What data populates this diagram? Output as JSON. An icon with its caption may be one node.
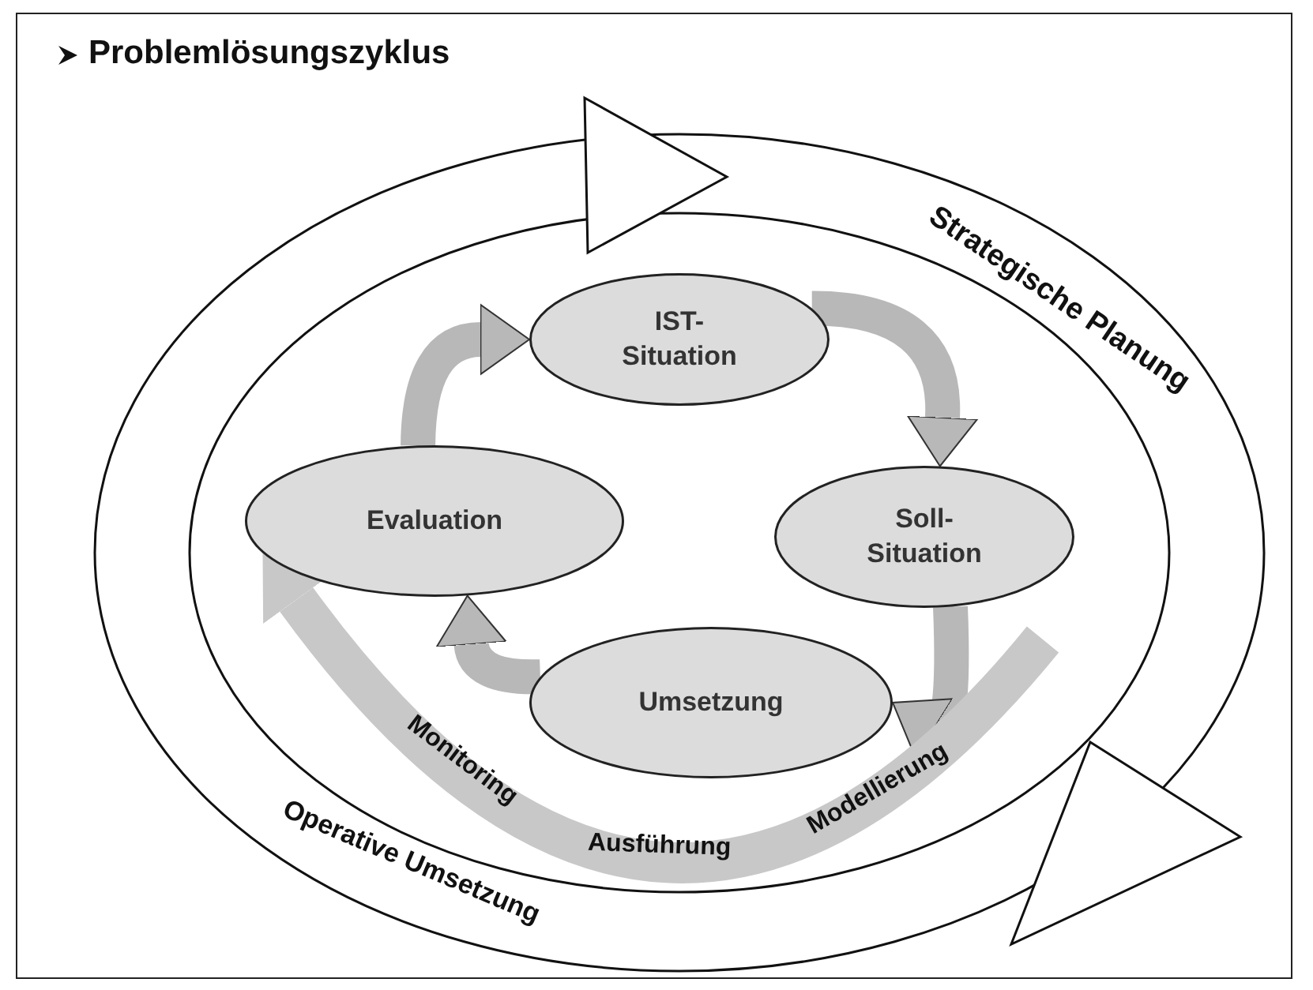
{
  "diagram": {
    "title": "Problemlösungszyklus",
    "nodes": [
      {
        "text": [
          "IST- Situation"
        ]
      },
      {
        "text": [
          "Soll- Situation"
        ]
      },
      {
        "text": [
          "Umsetzung"
        ]
      },
      {
        "text": [
          "Evaluation"
        ]
      }
    ],
    "edges": [
      {
        "from": 0,
        "to": 1,
        "arrow": "to"
      },
      {
        "from": 1,
        "to": 2,
        "arrow": "to"
      },
      {
        "from": 2,
        "to": 3,
        "arrow": "to"
      },
      {
        "from": 3,
        "to": 0,
        "arrow": "to"
      },
      {
        "from": null,
        "to": 3,
        "arrow": "to",
        "color": "#c8c8c8"
      }
    ],
    "labels": [
      "Strategische Planung",
      "Monitoring",
      "Ausführung",
      "Modellierung",
      "Operative Umsetzung"
    ]
  }
}
